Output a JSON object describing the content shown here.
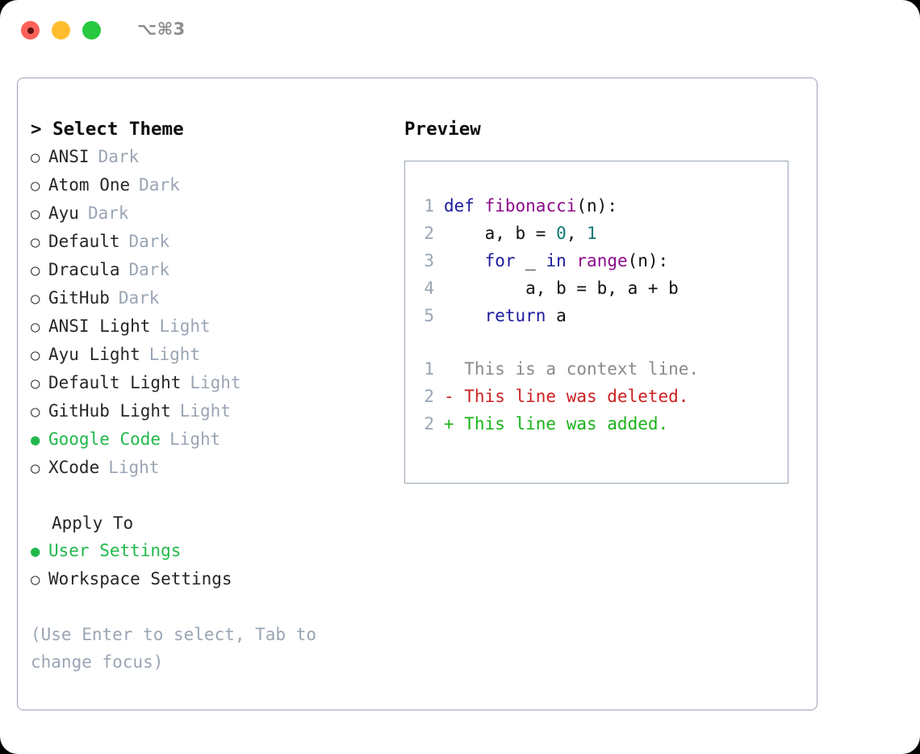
{
  "window": {
    "shortcut": "⌥⌘3",
    "traffic_lights": [
      "close",
      "minimize",
      "zoom"
    ]
  },
  "theme_panel": {
    "title": "> Select Theme",
    "options": [
      {
        "marker": "○",
        "selected": false,
        "label": "ANSI",
        "tag": "Dark"
      },
      {
        "marker": "○",
        "selected": false,
        "label": "Atom One",
        "tag": "Dark"
      },
      {
        "marker": "○",
        "selected": false,
        "label": "Ayu",
        "tag": "Dark"
      },
      {
        "marker": "○",
        "selected": false,
        "label": "Default",
        "tag": "Dark"
      },
      {
        "marker": "○",
        "selected": false,
        "label": "Dracula",
        "tag": "Dark"
      },
      {
        "marker": "○",
        "selected": false,
        "label": "GitHub",
        "tag": "Dark"
      },
      {
        "marker": "○",
        "selected": false,
        "label": "ANSI Light",
        "tag": "Light"
      },
      {
        "marker": "○",
        "selected": false,
        "label": "Ayu Light",
        "tag": "Light"
      },
      {
        "marker": "○",
        "selected": false,
        "label": "Default Light",
        "tag": "Light"
      },
      {
        "marker": "○",
        "selected": false,
        "label": "GitHub Light",
        "tag": "Light"
      },
      {
        "marker": "●",
        "selected": true,
        "label": "Google Code",
        "tag": "Light"
      },
      {
        "marker": "○",
        "selected": false,
        "label": "XCode",
        "tag": "Light"
      }
    ]
  },
  "apply_to": {
    "title": "Apply To",
    "options": [
      {
        "marker": "●",
        "selected": true,
        "label": "User Settings"
      },
      {
        "marker": "○",
        "selected": false,
        "label": "Workspace Settings"
      }
    ]
  },
  "hint": "(Use Enter to select, Tab to change focus)",
  "preview": {
    "title": "Preview",
    "code_lines": [
      {
        "no": "1",
        "tokens": [
          {
            "t": "def",
            "c": "kw"
          },
          {
            "t": " ",
            "c": "plain"
          },
          {
            "t": "fibonacci",
            "c": "fn"
          },
          {
            "t": "(n):",
            "c": "punc"
          }
        ]
      },
      {
        "no": "2",
        "tokens": [
          {
            "t": "    a, b = ",
            "c": "plain"
          },
          {
            "t": "0",
            "c": "num"
          },
          {
            "t": ", ",
            "c": "plain"
          },
          {
            "t": "1",
            "c": "num"
          }
        ]
      },
      {
        "no": "3",
        "tokens": [
          {
            "t": "    ",
            "c": "plain"
          },
          {
            "t": "for",
            "c": "kw"
          },
          {
            "t": " _ ",
            "c": "plain"
          },
          {
            "t": "in",
            "c": "kw"
          },
          {
            "t": " ",
            "c": "plain"
          },
          {
            "t": "range",
            "c": "fn"
          },
          {
            "t": "(n):",
            "c": "punc"
          }
        ]
      },
      {
        "no": "4",
        "tokens": [
          {
            "t": "        a, b = b, a + b",
            "c": "plain"
          }
        ]
      },
      {
        "no": "5",
        "tokens": [
          {
            "t": "    ",
            "c": "plain"
          },
          {
            "t": "return",
            "c": "kw"
          },
          {
            "t": " a",
            "c": "plain"
          }
        ]
      }
    ],
    "diff_lines": [
      {
        "no": "1",
        "prefix": "  ",
        "text": "This is a context line.",
        "kind": "d-ctx"
      },
      {
        "no": "2",
        "prefix": "- ",
        "text": "This line was deleted.",
        "kind": "d-del"
      },
      {
        "no": "2",
        "prefix": "+ ",
        "text": "This line was added.",
        "kind": "d-add"
      }
    ]
  },
  "colors": {
    "accent_green": "#21b84b",
    "muted": "#9aa5b4",
    "keyword": "#1b1b9e",
    "function": "#8b0a8b",
    "number": "#0b7a75",
    "diff_add": "#19b319",
    "diff_del": "#cc2020",
    "border": "#9aa5b4"
  }
}
